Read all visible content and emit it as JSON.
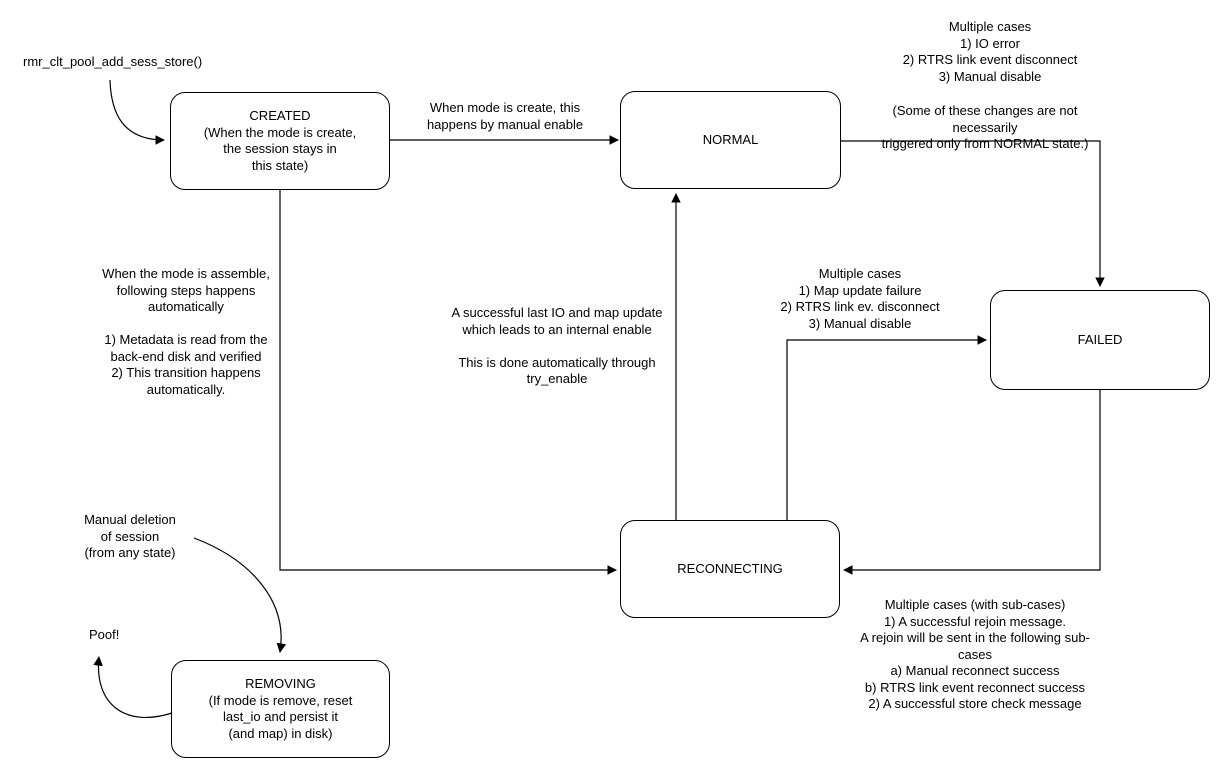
{
  "nodes": {
    "created": {
      "label": "CREATED\n(When the mode is create,\nthe session stays in\nthis state)"
    },
    "normal": {
      "label": "NORMAL"
    },
    "failed": {
      "label": "FAILED"
    },
    "reconnecting": {
      "label": "RECONNECTING"
    },
    "removing": {
      "label": "REMOVING\n(If mode is remove, reset\nlast_io and persist it\n(and map) in disk)"
    }
  },
  "annotations": {
    "entry_function": "rmr_clt_pool_add_sess_store()",
    "created_to_normal": "When mode is create, this\nhappens by manual enable",
    "normal_to_failed_cases": "Multiple cases\n1) IO error\n2) RTRS link event disconnect\n3) Manual disable",
    "normal_to_failed_note": "(Some of these changes are not necessarily\ntriggered only from NORMAL state.)",
    "created_to_reconnecting": "When the mode is assemble,\nfollowing steps happens\nautomatically\n\n1) Metadata is read from the\nback-end disk and verified\n2) This transition happens\nautomatically.",
    "reconnecting_to_normal": "A successful last IO and map update\nwhich leads to an internal enable\n\nThis is done automatically through\ntry_enable",
    "reconnecting_to_failed_cases": "Multiple cases\n1) Map update failure\n2) RTRS link ev. disconnect\n3) Manual disable",
    "failed_to_reconnecting_cases": "Multiple cases (with sub-cases)\n1) A successful rejoin message.\nA rejoin will be sent in the following sub-cases\na) Manual reconnect success\nb) RTRS link event reconnect success\n2) A successful store check message",
    "manual_deletion": "Manual deletion\nof session\n(from any state)",
    "poof": "Poof!"
  },
  "colors": {
    "line": "#000000",
    "text": "#000000",
    "node_fill": "#ffffff",
    "background": "#ffffff"
  }
}
